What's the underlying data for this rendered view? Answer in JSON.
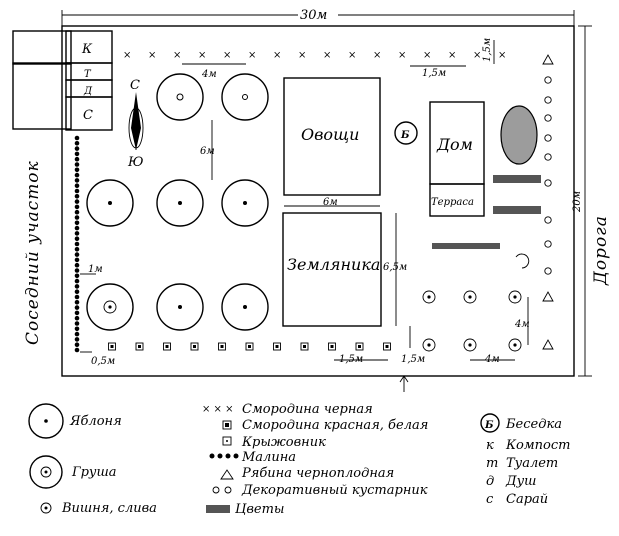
{
  "dims": {
    "width_total": "30м",
    "height_total": "20м",
    "d_4m_top": "4м",
    "d_15m_top": "1,5м",
    "d_15m_top_r": "1,5м",
    "d_6m_v": "6м",
    "d_6m_h": "6м",
    "d_65m": "6,5м",
    "d_1m": "1м",
    "d_05m": "0,5м",
    "d_15m_bot": "1,5м",
    "d_15m_bot2": "1,5м",
    "d_4m_bot": "4м",
    "d_4m_right": "4м"
  },
  "labels": {
    "neighbor": "Соседний участок",
    "road": "Дорога",
    "vegetables": "Овощи",
    "strawberry": "Земляника",
    "house": "Дом",
    "terrace": "Терраса",
    "gazebo_mark": "Б",
    "north": "С",
    "south": "Ю"
  },
  "buildings": {
    "k": "К",
    "t": "Т",
    "d": "Д",
    "s": "С"
  },
  "legend": {
    "col1": [
      "Яблоня",
      "Груша",
      "Вишня, слива"
    ],
    "col2": [
      "Смородина черная",
      "Смородина красная, белая",
      "Крыжовник",
      "Малина",
      "Рябина черноплодная",
      "Декоративный кустарник",
      "Цветы"
    ],
    "col3": [
      "Беседка",
      "Компост",
      "Туалет",
      "Душ",
      "Сарай"
    ],
    "col3_letters": [
      "Б",
      "к",
      "т",
      "д",
      "с"
    ]
  }
}
